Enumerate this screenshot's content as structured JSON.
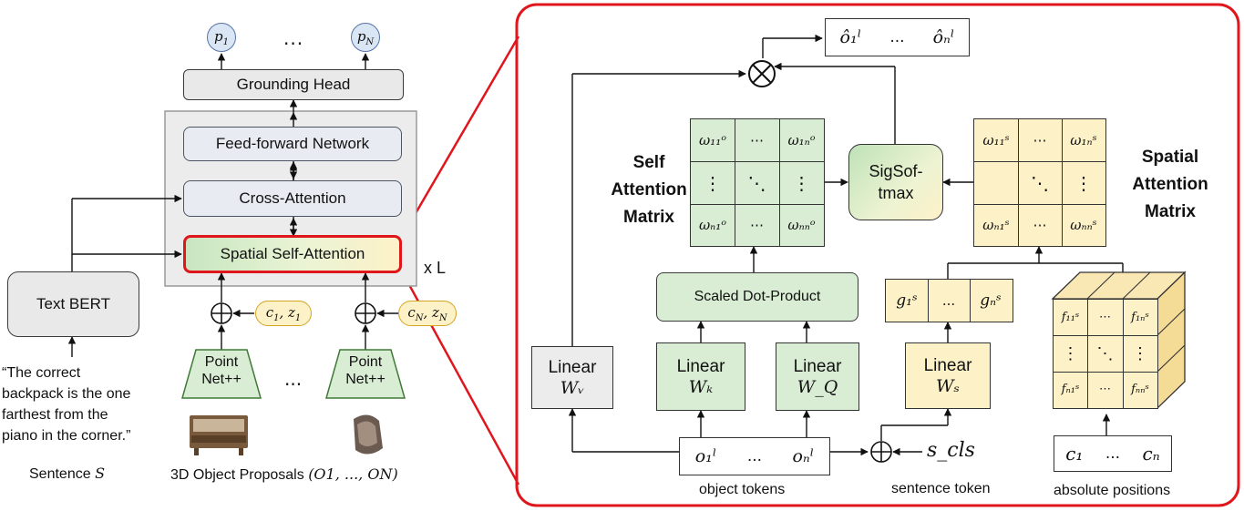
{
  "left": {
    "outputs": [
      "p1",
      "pN"
    ],
    "output_dots": "...",
    "grounding_head": "Grounding Head",
    "ffn": "Feed-forward Network",
    "cross_attention": "Cross-Attention",
    "spatial_self_attention": "Spatial Self-Attention",
    "repeat": "x L",
    "text_bert": "Text BERT",
    "sentence_text": [
      "“The correct",
      "backpack is the one",
      "farthest from the",
      "piano in the corner.”"
    ],
    "sentence_label": "Sentence",
    "sentence_symbol": "S",
    "pointnet": [
      "Point",
      "Net++"
    ],
    "middle_dots": "...",
    "pos_inputs": [
      "c1, z1",
      "cN, zN"
    ],
    "proposals_label": "3D Object Proposals",
    "proposals_symbol": "(O1, ..., ON)"
  },
  "right": {
    "output_tokens": [
      "ô₁ˡ",
      "...",
      "ôₙˡ"
    ],
    "multiply_symbol": "⊗",
    "add_symbol": "⊕",
    "self_attention_title": [
      "Self",
      "Attention",
      "Matrix"
    ],
    "spatial_attention_title": [
      "Spatial",
      "Attention",
      "Matrix"
    ],
    "self_matrix": [
      [
        "ω₁₁ᵒ",
        "⋯",
        "ω₁ₙᵒ"
      ],
      [
        "⋮",
        "⋱",
        "⋮"
      ],
      [
        "ωₙ₁ᵒ",
        "⋯",
        "ωₙₙᵒ"
      ]
    ],
    "spatial_matrix": [
      [
        "ω₁₁ˢ",
        "⋯",
        "ω₁ₙˢ"
      ],
      [
        "",
        "⋱",
        "⋮"
      ],
      [
        "ωₙ₁ˢ",
        "⋯",
        "ωₙₙˢ"
      ]
    ],
    "sigsoftmax": [
      "SigSof-",
      "tmax"
    ],
    "scaled_dot_product": "Scaled Dot-Product",
    "linear": "Linear",
    "weights": {
      "v": "Wᵥ",
      "k": "Wₖ",
      "q": "W_Q",
      "s": "Wₛ"
    },
    "g_tokens": [
      "g₁ˢ",
      "...",
      "gₙˢ"
    ],
    "cube": [
      [
        "f₁₁ˢ",
        "⋯",
        "f₁ₙˢ"
      ],
      [
        "⋮",
        "⋱",
        "⋮"
      ],
      [
        "fₙ₁ˢ",
        "⋯",
        "fₙₙˢ"
      ]
    ],
    "object_tokens": [
      "o₁ˡ",
      "...",
      "oₙˡ"
    ],
    "object_tokens_label": "object tokens",
    "s_cls": "s_cls",
    "sentence_token_label": "sentence token",
    "positions": [
      "c₁",
      "...",
      "cₙ"
    ],
    "absolute_positions_label": "absolute positions"
  },
  "colors": {
    "highlight": "#e0161d",
    "green_fill": "#d9ecd4",
    "yellow_fill": "#fdf1c8",
    "gray_fill": "#e9e9e9",
    "token_blue": "#dbe6f5"
  }
}
